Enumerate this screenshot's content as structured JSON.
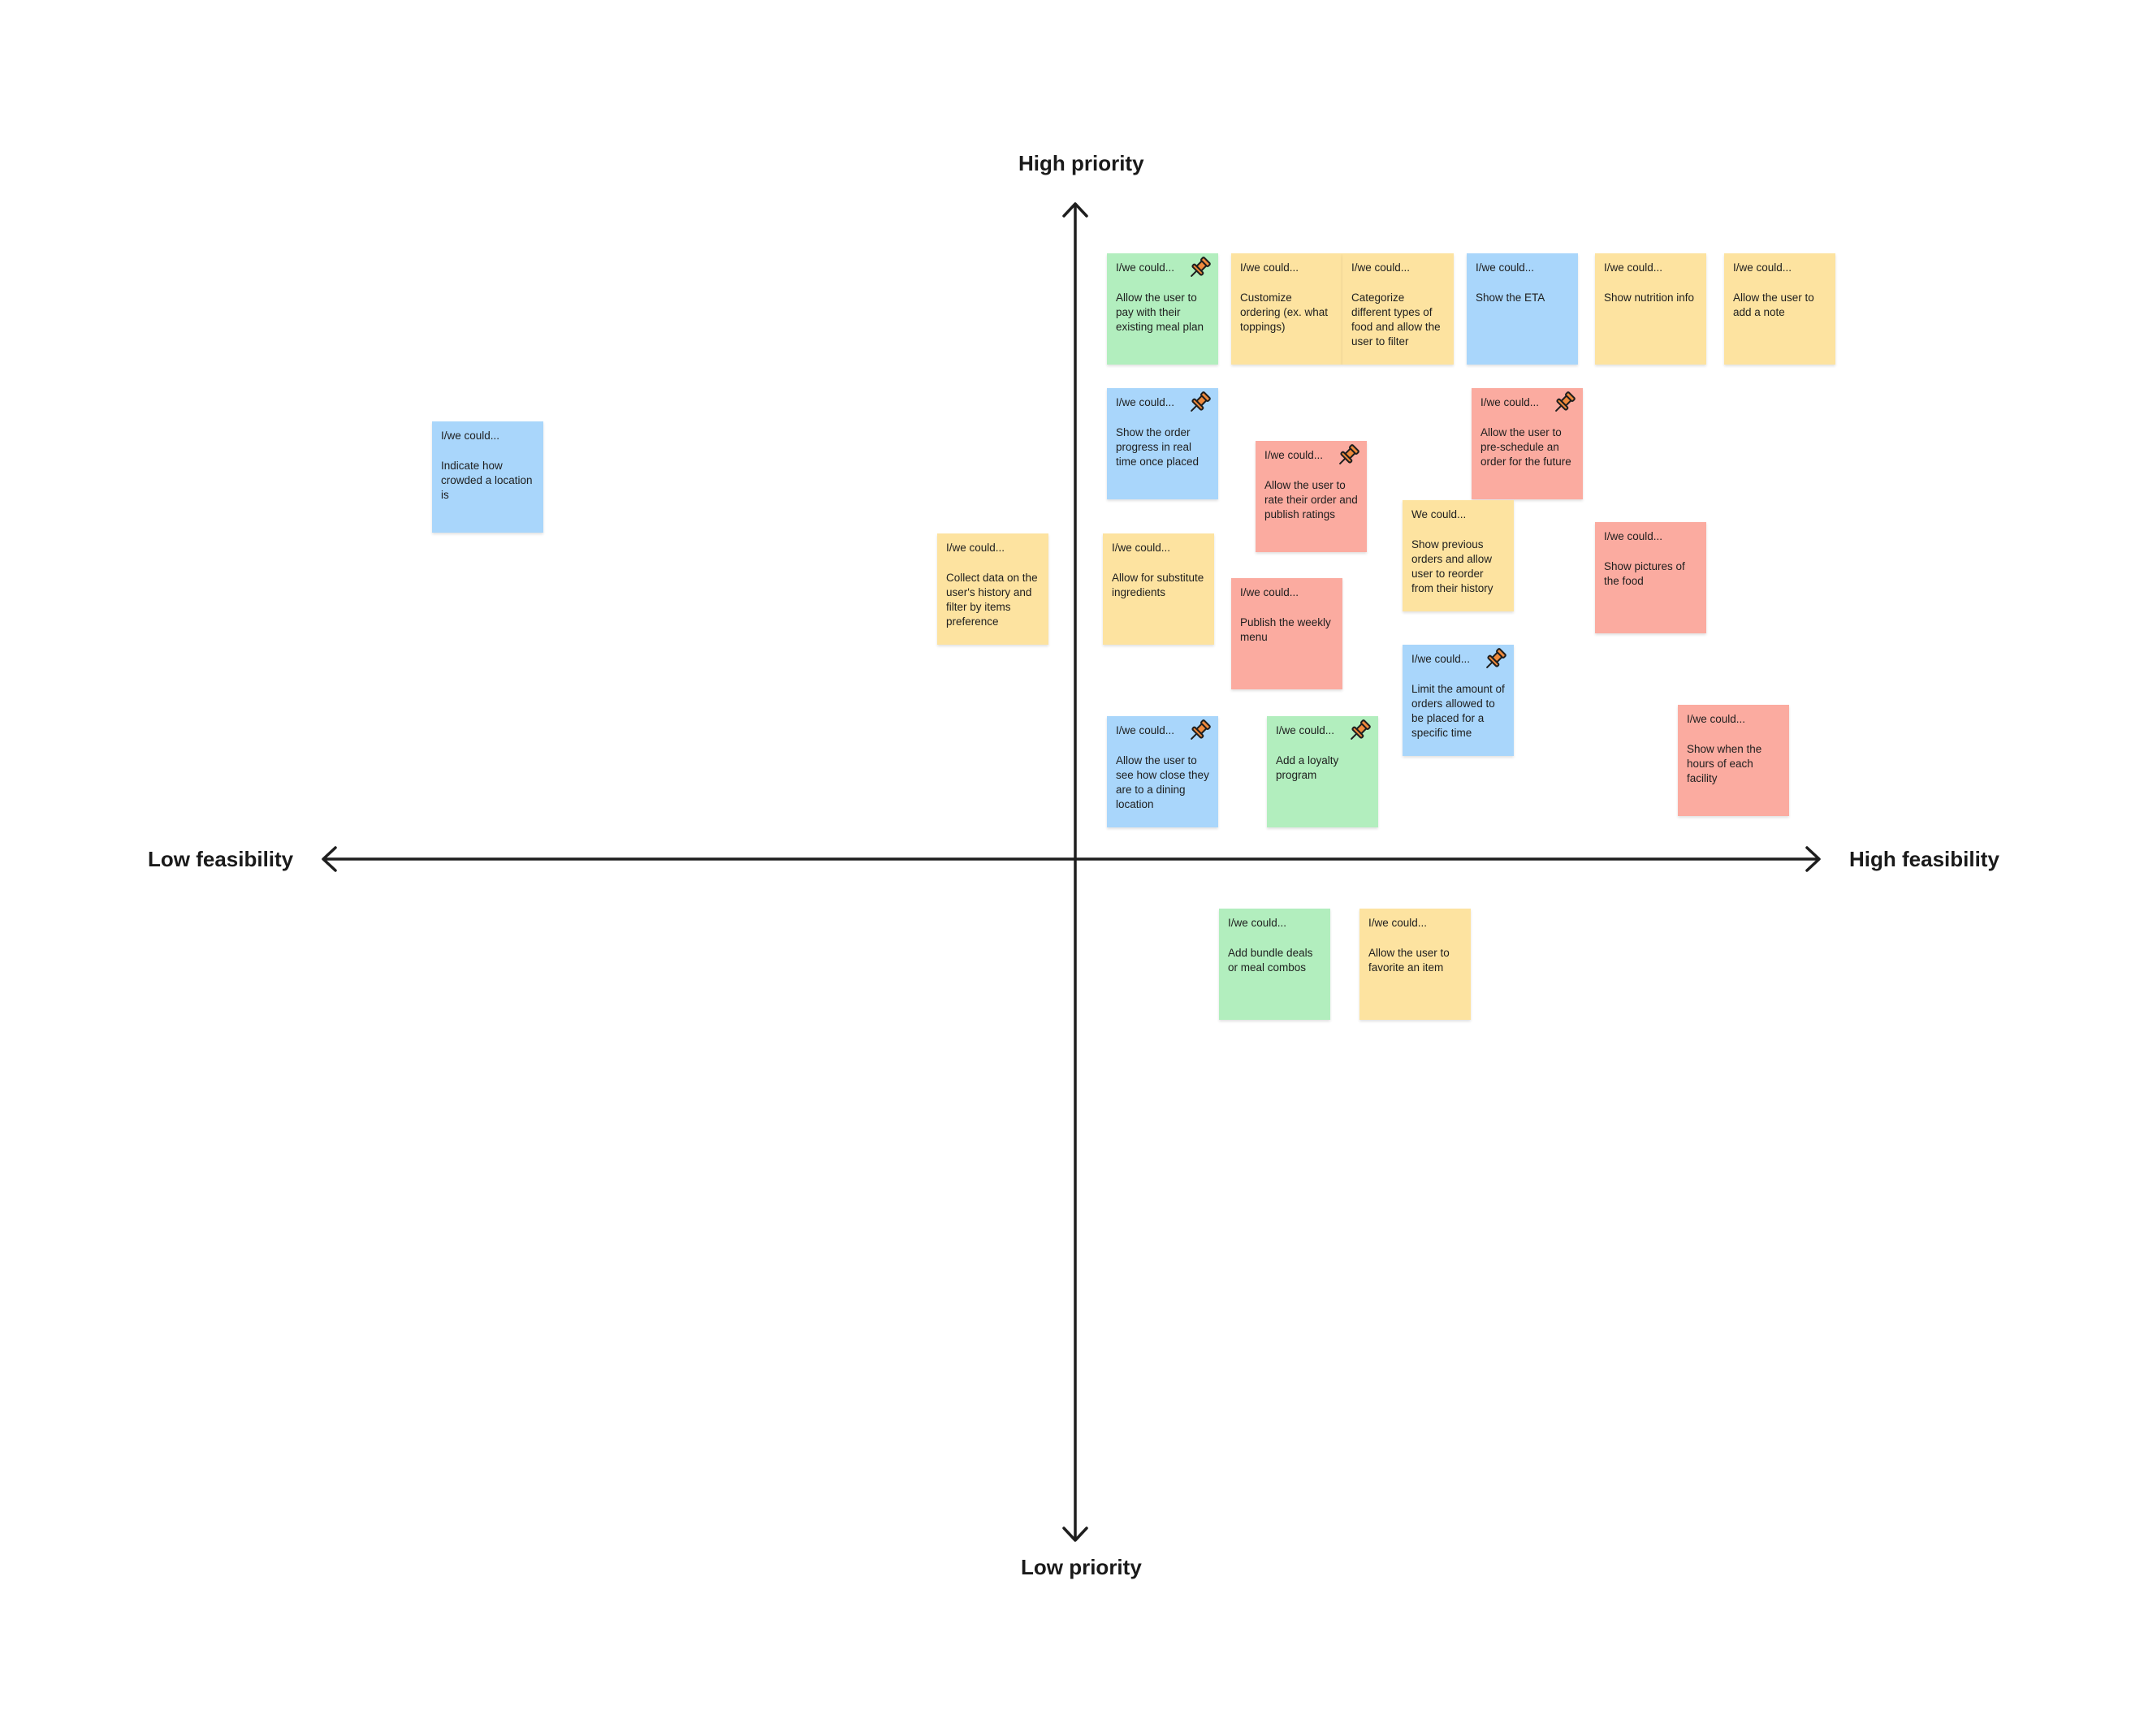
{
  "axes": {
    "top": "High priority",
    "bottom": "Low priority",
    "left": "Low feasibility",
    "right": "High feasibility"
  },
  "colors": {
    "yellow": "#fde3a0",
    "blue": "#a9d6fb",
    "green": "#b2eebe",
    "red": "#fbaba0",
    "pin": "#f08a3c"
  },
  "stickies": [
    {
      "color": "green",
      "heading": "I/we could...",
      "text": "Allow the user to pay with their existing meal plan",
      "pinned": true
    },
    {
      "color": "yellow",
      "heading": "I/we could...",
      "text": "Customize ordering (ex. what toppings)",
      "pinned": false
    },
    {
      "color": "yellow",
      "heading": "I/we could...",
      "text": "Categorize different types of food and allow the user to filter",
      "pinned": false
    },
    {
      "color": "blue",
      "heading": "I/we could...",
      "text": "Show the ETA",
      "pinned": false
    },
    {
      "color": "yellow",
      "heading": "I/we could...",
      "text": "Show nutrition info",
      "pinned": false
    },
    {
      "color": "yellow",
      "heading": "I/we could...",
      "text": "Allow the user to add a note",
      "pinned": false
    },
    {
      "color": "blue",
      "heading": "I/we could...",
      "text": "Show the order progress in real time once placed",
      "pinned": true
    },
    {
      "color": "red",
      "heading": "I/we could...",
      "text": "Allow the user to pre-schedule an order for the future",
      "pinned": true
    },
    {
      "color": "blue",
      "heading": "I/we could...",
      "text": "Indicate how crowded a location is",
      "pinned": false
    },
    {
      "color": "red",
      "heading": "I/we could...",
      "text": "Allow the user to rate their order and publish ratings",
      "pinned": true
    },
    {
      "color": "yellow",
      "heading": "We could...",
      "text": "Show previous orders and allow user to reorder from their history",
      "pinned": false
    },
    {
      "color": "red",
      "heading": "I/we could...",
      "text": "Show pictures of the food",
      "pinned": false
    },
    {
      "color": "yellow",
      "heading": "I/we could...",
      "text": "Collect data on the user's history and filter by items preference",
      "pinned": false
    },
    {
      "color": "yellow",
      "heading": "I/we could...",
      "text": "Allow for substitute ingredients",
      "pinned": false
    },
    {
      "color": "red",
      "heading": "I/we could...",
      "text": "Publish the weekly menu",
      "pinned": false
    },
    {
      "color": "blue",
      "heading": "I/we could...",
      "text": "Limit the amount of orders allowed to be placed for a specific time",
      "pinned": true
    },
    {
      "color": "blue",
      "heading": "I/we could...",
      "text": "Allow the user to see how close they are to a dining location",
      "pinned": true
    },
    {
      "color": "green",
      "heading": "I/we could...",
      "text": "Add a loyalty program",
      "pinned": true
    },
    {
      "color": "red",
      "heading": "I/we could...",
      "text": "Show when the hours of each facility",
      "pinned": false
    },
    {
      "color": "green",
      "heading": "I/we could...",
      "text": "Add bundle deals or meal combos",
      "pinned": false
    },
    {
      "color": "yellow",
      "heading": "I/we could...",
      "text": "Allow the user to favorite an item",
      "pinned": false
    }
  ]
}
